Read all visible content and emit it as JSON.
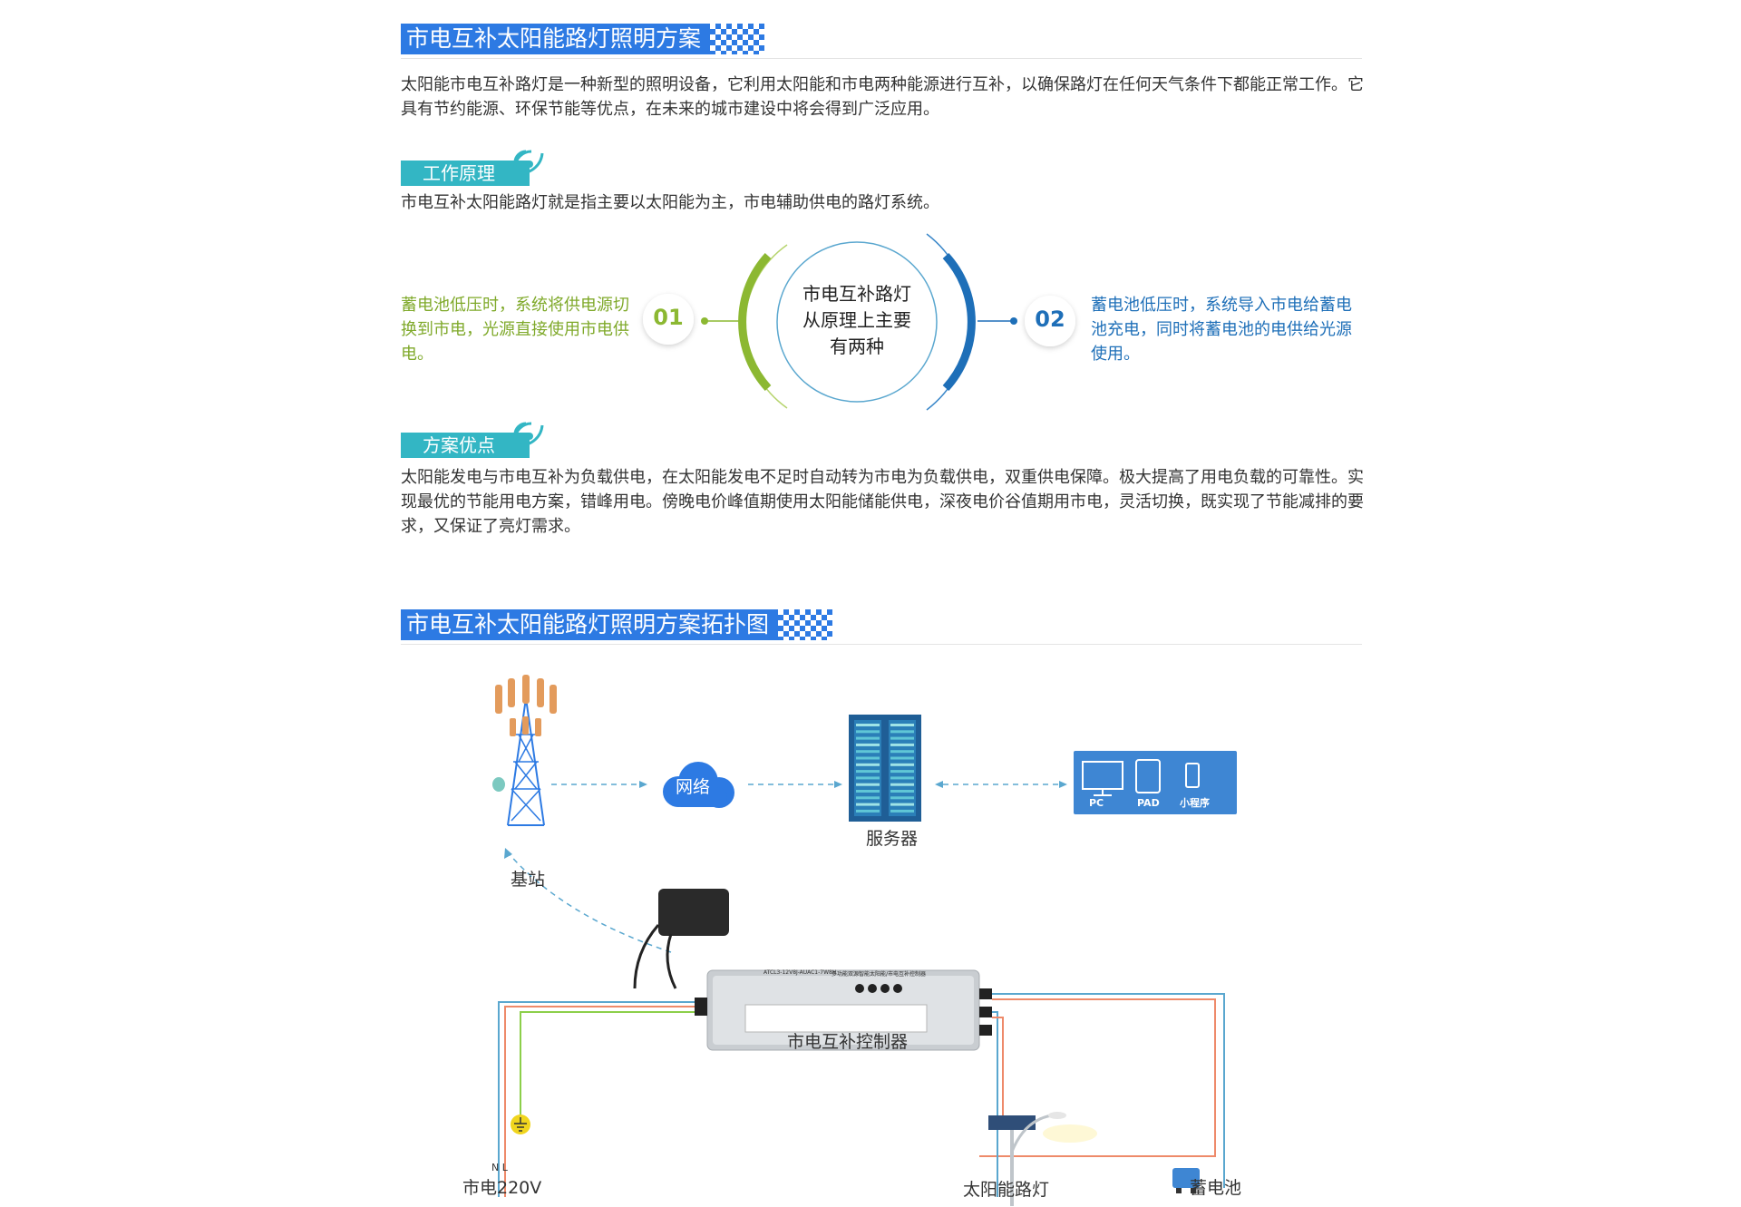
{
  "section1": {
    "title": "市电互补太阳能路灯照明方案",
    "intro": "太阳能市电互补路灯是一种新型的照明设备，它利用太阳能和市电两种能源进行互补，以确保路灯在任何天气条件下都能正常工作。它具有节约能源、环保节能等优点，在未来的城市建设中将会得到广泛应用。"
  },
  "principle": {
    "heading": "工作原理",
    "desc": "市电互补太阳能路灯就是指主要以太阳能为主，市电辅助供电的路灯系统。",
    "center_lines": [
      "市电互补路灯",
      "从原理上主要",
      "有两种"
    ],
    "item1": {
      "number": "01",
      "text": "蓄电池低压时，系统将供电源切换到市电，光源直接使用市电供电。"
    },
    "item2": {
      "number": "02",
      "text": "蓄电池低压时，系统导入市电给蓄电池充电，同时将蓄电池的电供给光源使用。"
    }
  },
  "advantages": {
    "heading": "方案优点",
    "desc": "太阳能发电与市电互补为负载供电，在太阳能发电不足时自动转为市电为负载供电，双重供电保障。极大提高了用电负载的可靠性。实现最优的节能用电方案，错峰用电。傍晚电价峰值期使用太阳能储能供电，深夜电价谷值期用市电，灵活切换，既实现了节能减排的要求，又保证了亮灯需求。"
  },
  "section2": {
    "title": "市电互补太阳能路灯照明方案拓扑图"
  },
  "topology": {
    "base_station": "基站",
    "network": "网络",
    "server": "服务器",
    "devices": [
      "PC",
      "PAD",
      "小程序"
    ],
    "controller": "市电互补控制器",
    "mains": "市电220V",
    "nl": "N L",
    "street_light": "太阳能路灯",
    "battery": "蓄电池",
    "controller_model": "ATCL3-12V8J-AUAC1-7W8H",
    "controller_subtitle": "多功能双源智能太阳能/市电互补控制器"
  },
  "colors": {
    "brand_blue": "#2d7ae3",
    "teal": "#33b6c4",
    "green": "#8cb832",
    "blue_accent": "#1e6fb8"
  }
}
